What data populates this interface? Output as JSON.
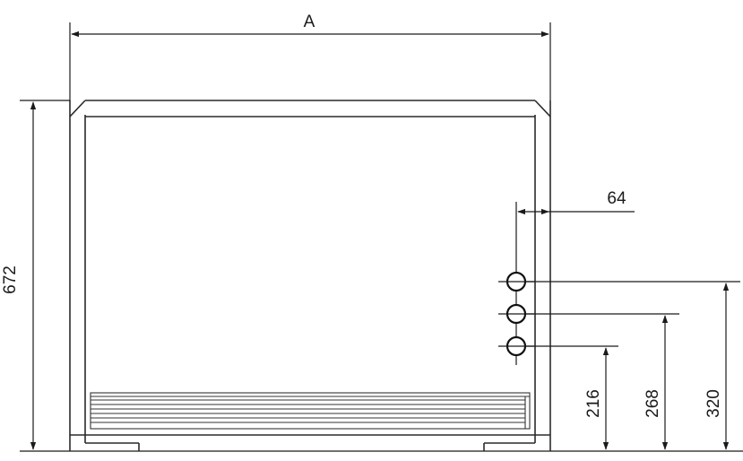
{
  "drawing": {
    "dimensions": {
      "width_label": "A",
      "height_label": "672",
      "pipe_offset_label": "64",
      "pipe_low_label": "216",
      "pipe_mid_label": "268",
      "pipe_high_label": "320"
    },
    "colors": {
      "line": "#1a1a1a",
      "background": "#ffffff"
    }
  }
}
